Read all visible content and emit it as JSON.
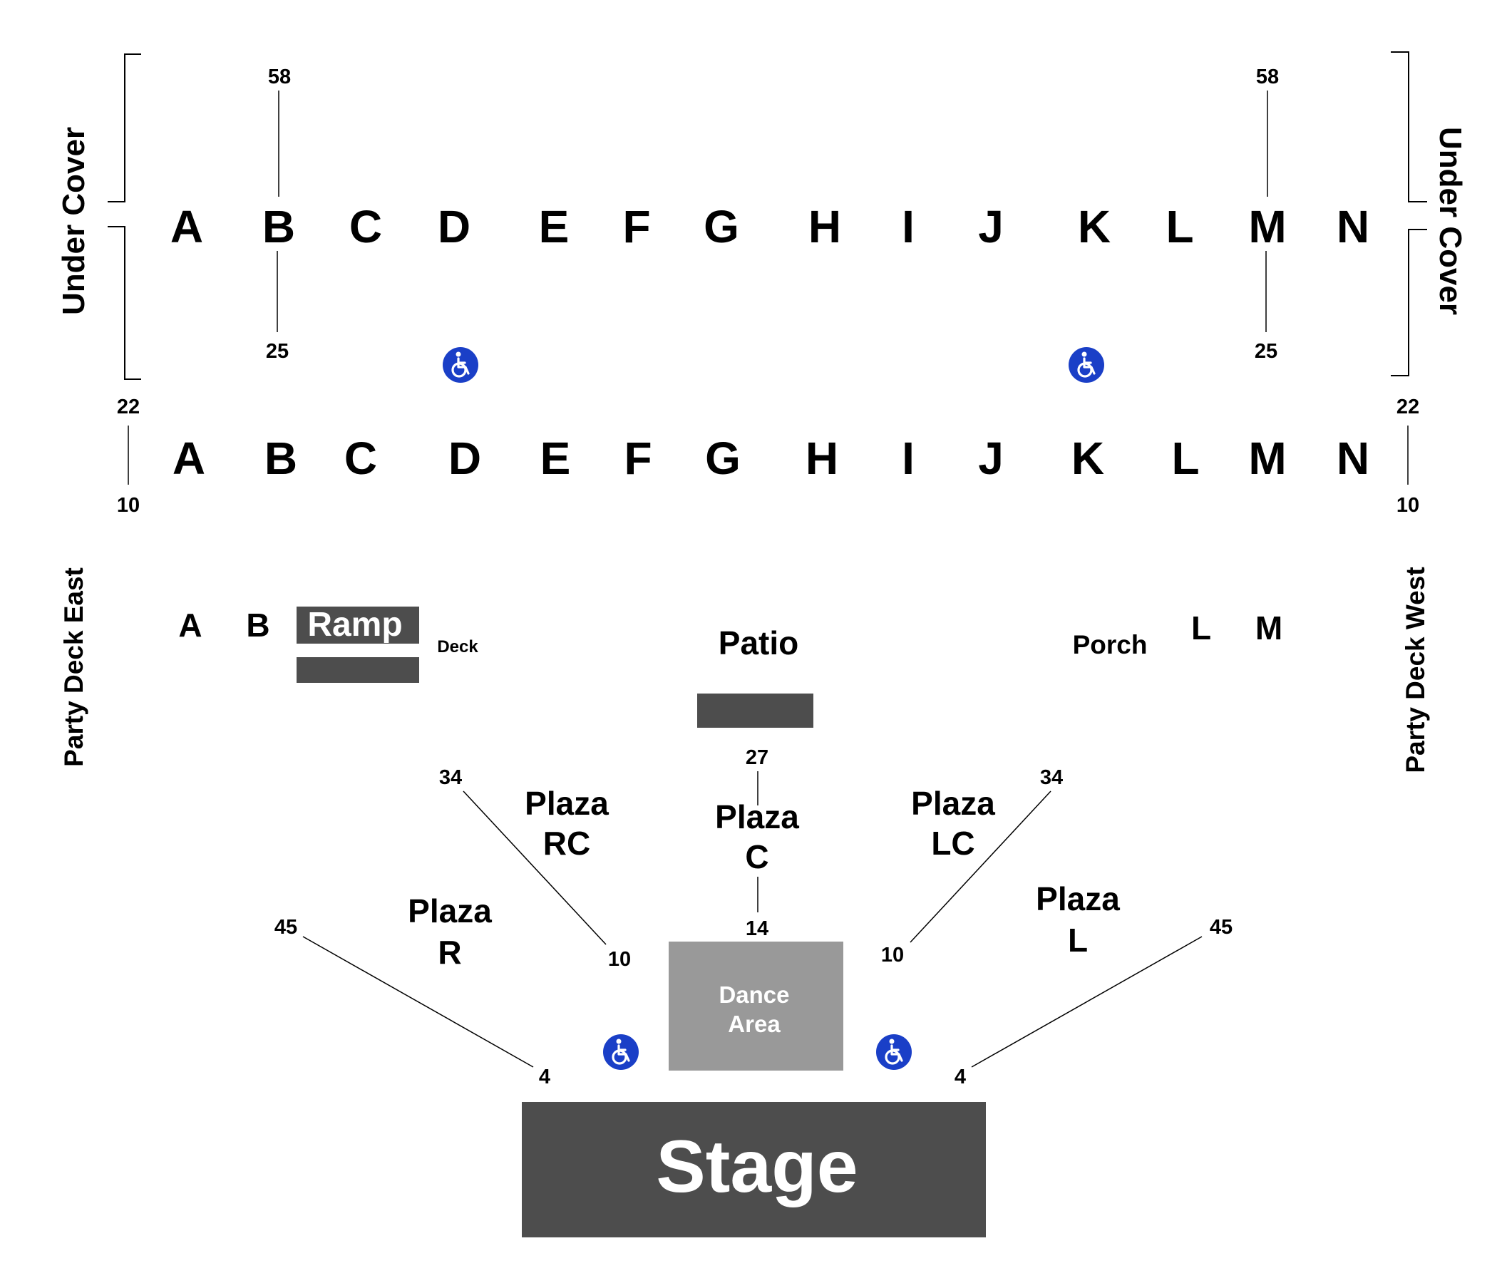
{
  "colors": {
    "dark_block": "#4d4d4d",
    "dance_area": "#999999",
    "accessible": "#1a3fc7",
    "text": "#000000"
  },
  "under_cover": {
    "left_label": "Under Cover",
    "right_label": "Under Cover",
    "upper_rows": [
      "A",
      "B",
      "C",
      "D",
      "E",
      "F",
      "G",
      "H",
      "I",
      "J",
      "K",
      "L",
      "M",
      "N"
    ],
    "lower_rows": [
      "A",
      "B",
      "C",
      "D",
      "E",
      "F",
      "G",
      "H",
      "I",
      "J",
      "K",
      "L",
      "M",
      "N"
    ],
    "upper_top_seat": "58",
    "upper_bottom_seat": "25",
    "lower_top_seat": "22",
    "lower_bottom_seat": "10"
  },
  "party_deck": {
    "east_label": "Party Deck East",
    "west_label": "Party Deck West",
    "east_rows": [
      "A",
      "B"
    ],
    "west_rows": [
      "L",
      "M"
    ],
    "ramp_label": "Ramp",
    "deck_label": "Deck",
    "patio_label": "Patio",
    "porch_label": "Porch"
  },
  "plaza": {
    "r": {
      "line1": "Plaza",
      "line2": "R",
      "outer_seat": "45",
      "inner_seat": "4"
    },
    "rc": {
      "line1": "Plaza",
      "line2": "RC",
      "outer_seat": "34",
      "inner_seat": "10"
    },
    "c": {
      "line1": "Plaza",
      "line2": "C",
      "outer_seat": "27",
      "inner_seat": "14"
    },
    "lc": {
      "line1": "Plaza",
      "line2": "LC",
      "outer_seat": "34",
      "inner_seat": "10"
    },
    "l": {
      "line1": "Plaza",
      "line2": "L",
      "outer_seat": "45",
      "inner_seat": "4"
    }
  },
  "dance_area": {
    "line1": "Dance",
    "line2": "Area"
  },
  "stage": {
    "label": "Stage"
  },
  "icons": {
    "accessible": "wheelchair-icon"
  }
}
